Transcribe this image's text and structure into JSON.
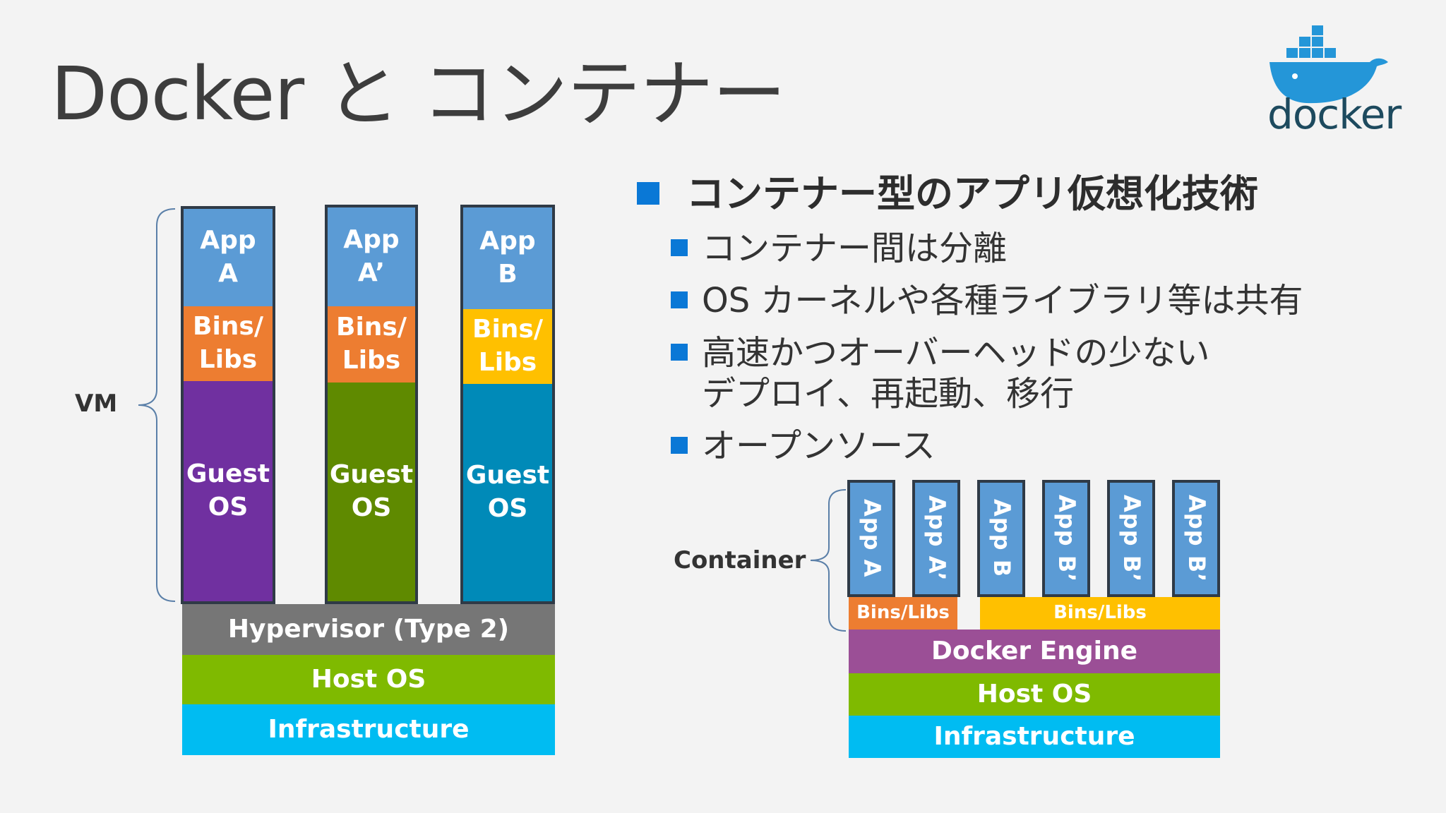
{
  "slide": {
    "title": "Docker と コンテナー",
    "logo_text": "docker"
  },
  "bullets": {
    "main": "コンテナー型のアプリ仮想化技術",
    "items": [
      "コンテナー間は分離",
      "OS カーネルや各種ライブラリ等は共有",
      "高速かつオーバーヘッドの少ない",
      "デプロイ、再起動、移行",
      "オープンソース"
    ]
  },
  "vm_diagram": {
    "label": "VM",
    "columns": [
      {
        "app": "App\nA",
        "bins": "Bins/\nLibs",
        "guest": "Guest\nOS"
      },
      {
        "app": "App\nA’",
        "bins": "Bins/\nLibs",
        "guest": "Guest\nOS"
      },
      {
        "app": "App\nB",
        "bins": "Bins/\nLibs",
        "guest": "Guest\nOS"
      }
    ],
    "hypervisor": "Hypervisor (Type 2)",
    "host_os": "Host OS",
    "infrastructure": "Infrastructure"
  },
  "container_diagram": {
    "label": "Container",
    "apps": [
      "App A",
      "App A’",
      "App B",
      "App B’",
      "App B’",
      "App B’"
    ],
    "bins_left": "Bins/Libs",
    "bins_right": "Bins/Libs",
    "engine": "Docker Engine",
    "host_os": "Host OS",
    "infrastructure": "Infrastructure"
  },
  "colors": {
    "app_blue": "#5b9bd5",
    "bins_orange": "#ed7d31",
    "bins_yellow": "#ffc000",
    "guest_purple": "#7030a0",
    "guest_green": "#5f8a00",
    "guest_teal": "#008ab8",
    "hypervisor_gray": "#767676",
    "host_green": "#7fba00",
    "infra_cyan": "#00bcf2",
    "engine_purple": "#9b4f96",
    "bullet_blue": "#0a78d6"
  }
}
